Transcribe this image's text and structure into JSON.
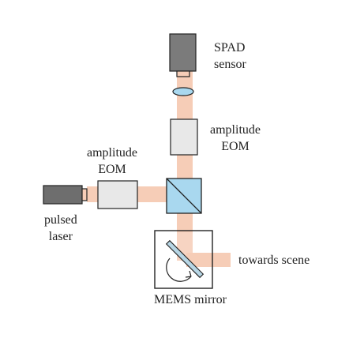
{
  "labels": {
    "spad_line1": "SPAD",
    "spad_line2": "sensor",
    "amp_right_line1": "amplitude",
    "amp_right_line2": "EOM",
    "amp_left_line1": "amplitude",
    "amp_left_line2": "EOM",
    "laser_line1": "pulsed",
    "laser_line2": "laser",
    "towards_scene": "towards scene",
    "mems_mirror": "MEMS mirror"
  },
  "colors": {
    "beam": "#f6cdb7",
    "spad_body": "#7b7b7b",
    "laser_body": "#6e6e6e",
    "eom_fill": "#e8e8e8",
    "beamsplitter": "#a9d8ef",
    "mirror": "#b7d6e5",
    "lens": "#a9d8ef",
    "outline": "#222222"
  }
}
